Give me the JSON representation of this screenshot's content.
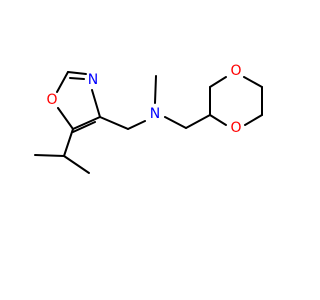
{
  "colors": {
    "bond": "#000000",
    "oxygen": "#ff0000",
    "nitrogen": "#0000ff",
    "background": "#ffffff"
  },
  "atoms": {
    "oxazole_n": "N",
    "oxazole_o": "O",
    "amine_n": "N",
    "dioxane_o_top": "O",
    "dioxane_o_bottom": "O"
  }
}
